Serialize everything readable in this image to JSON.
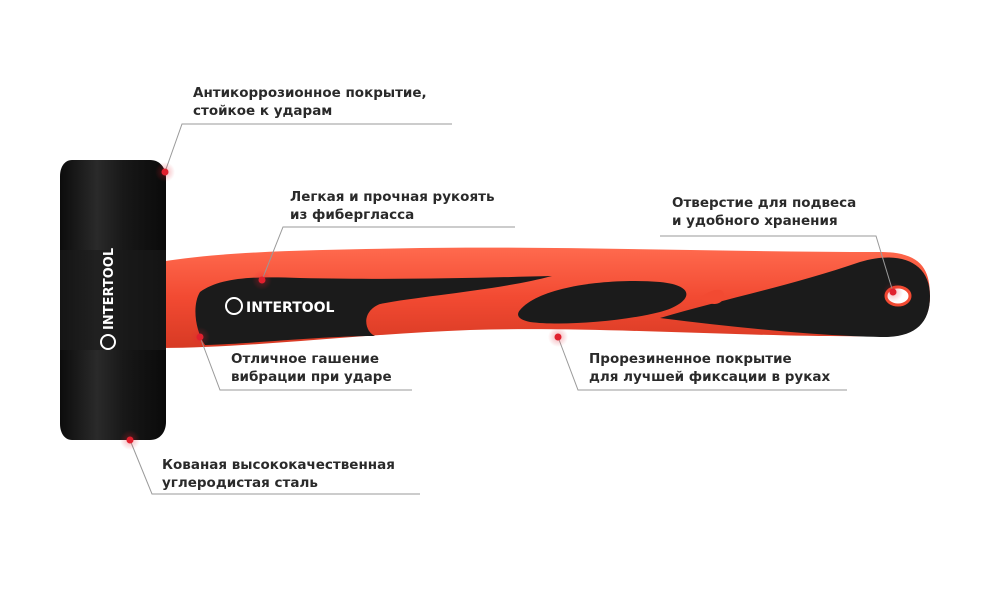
{
  "brand": {
    "head_logo_text": "INTERTOOL",
    "handle_logo_text": "INTERTOOL",
    "color_handle": "#f24a32",
    "color_grip": "#1b1b1b",
    "color_head": "#141414",
    "color_marker": "#e0202e"
  },
  "callouts": [
    {
      "line1": "Антикоррозионное покрытие,",
      "line2": "стойкое к ударам"
    },
    {
      "line1": "Легкая и прочная рукоять",
      "line2": "из фибергласса"
    },
    {
      "line1": "Отверстие для подвеса",
      "line2": "и удобного хранения"
    },
    {
      "line1": "Отличное гашение",
      "line2": "вибрации при ударе"
    },
    {
      "line1": "Прорезиненное покрытие",
      "line2": "для лучшей фиксации в руках"
    },
    {
      "line1": "Кованая высококачественная",
      "line2": "углеродистая сталь"
    }
  ]
}
